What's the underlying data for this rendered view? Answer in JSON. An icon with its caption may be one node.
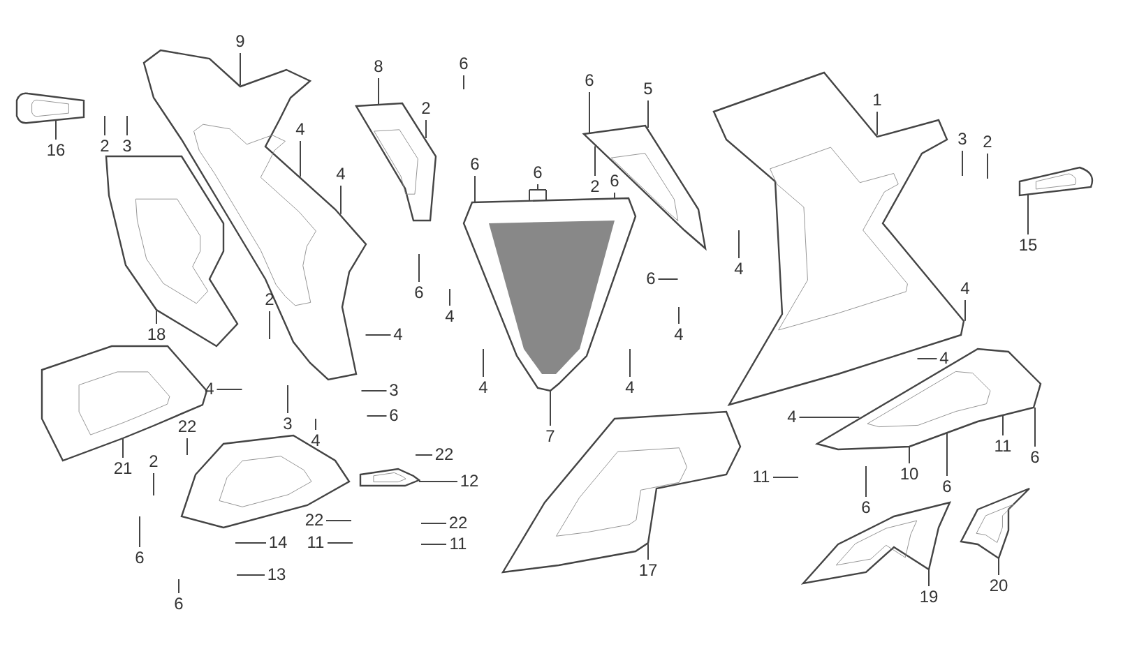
{
  "diagram": {
    "nodes": [
      {
        "text": [
          "9"
        ]
      },
      {
        "text": [
          "8"
        ]
      },
      {
        "text": [
          "6"
        ]
      },
      {
        "text": [
          "6"
        ]
      },
      {
        "text": [
          "5"
        ]
      },
      {
        "text": [
          "1"
        ]
      },
      {
        "text": [
          "2"
        ]
      },
      {
        "text": [
          "3"
        ]
      },
      {
        "text": [
          "16"
        ]
      },
      {
        "text": [
          "2"
        ]
      },
      {
        "text": [
          "4"
        ]
      },
      {
        "text": [
          "3"
        ]
      },
      {
        "text": [
          "2"
        ]
      },
      {
        "text": [
          "4"
        ]
      },
      {
        "text": [
          "6"
        ]
      },
      {
        "text": [
          "6"
        ]
      },
      {
        "text": [
          "2"
        ]
      },
      {
        "text": [
          "6"
        ]
      },
      {
        "text": [
          "15"
        ]
      },
      {
        "text": [
          "4"
        ]
      },
      {
        "text": [
          "6"
        ]
      },
      {
        "text": [
          "6"
        ]
      },
      {
        "text": [
          "4"
        ]
      },
      {
        "text": [
          "4"
        ]
      },
      {
        "text": [
          "18"
        ]
      },
      {
        "text": [
          "2"
        ]
      },
      {
        "text": [
          "4"
        ]
      },
      {
        "text": [
          "4"
        ]
      },
      {
        "text": [
          "4"
        ]
      },
      {
        "text": [
          "4"
        ]
      },
      {
        "text": [
          "4"
        ]
      },
      {
        "text": [
          "3"
        ]
      },
      {
        "text": [
          "4"
        ]
      },
      {
        "text": [
          "3"
        ]
      },
      {
        "text": [
          "4"
        ]
      },
      {
        "text": [
          "6"
        ]
      },
      {
        "text": [
          "4"
        ]
      },
      {
        "text": [
          "7"
        ]
      },
      {
        "text": [
          "11"
        ]
      },
      {
        "text": [
          "6"
        ]
      },
      {
        "text": [
          "21"
        ]
      },
      {
        "text": [
          "22"
        ]
      },
      {
        "text": [
          "2"
        ]
      },
      {
        "text": [
          "22"
        ]
      },
      {
        "text": [
          "12"
        ]
      },
      {
        "text": [
          "10"
        ]
      },
      {
        "text": [
          "6"
        ]
      },
      {
        "text": [
          "11"
        ]
      },
      {
        "text": [
          "6"
        ]
      },
      {
        "text": [
          "22"
        ]
      },
      {
        "text": [
          "22"
        ]
      },
      {
        "text": [
          "11"
        ]
      },
      {
        "text": [
          "11"
        ]
      },
      {
        "text": [
          "14"
        ]
      },
      {
        "text": [
          "6"
        ]
      },
      {
        "text": [
          "13"
        ]
      },
      {
        "text": [
          "6"
        ]
      },
      {
        "text": [
          "17"
        ]
      },
      {
        "text": [
          "20"
        ]
      },
      {
        "text": [
          "19"
        ]
      },
      {
        "text": [],
        "shape": "picture"
      },
      {
        "text": [],
        "shape": "picture"
      },
      {
        "text": [],
        "shape": "picture"
      },
      {
        "text": [],
        "shape": "picture"
      },
      {
        "text": [],
        "shape": "picture"
      },
      {
        "text": [],
        "shape": "picture"
      },
      {
        "text": [],
        "shape": "picture"
      },
      {
        "text": [],
        "shape": "picture"
      },
      {
        "text": [],
        "shape": "picture"
      },
      {
        "text": [],
        "shape": "picture"
      },
      {
        "text": [],
        "shape": "picture"
      },
      {
        "text": [],
        "shape": "picture"
      },
      {
        "text": [],
        "shape": "picture"
      },
      {
        "text": [],
        "shape": "picture"
      },
      {
        "text": [],
        "shape": "picture"
      }
    ],
    "edges": [
      {
        "from": 0,
        "to": 60,
        "arrow": "none"
      },
      {
        "from": 1,
        "to": 61,
        "arrow": "none"
      },
      {
        "from": 2,
        "to": null,
        "arrow": "none"
      },
      {
        "from": 3,
        "to": 62,
        "arrow": "none"
      },
      {
        "from": 4,
        "to": 62,
        "arrow": "none"
      },
      {
        "from": 5,
        "to": 63,
        "arrow": "none"
      },
      {
        "from": 6,
        "to": null,
        "arrow": "none"
      },
      {
        "from": 7,
        "to": null,
        "arrow": "none"
      },
      {
        "from": 8,
        "to": 64,
        "arrow": "none"
      },
      {
        "from": 9,
        "to": 61,
        "arrow": "none"
      },
      {
        "from": 10,
        "to": 60,
        "arrow": "none"
      },
      {
        "from": 11,
        "to": null,
        "arrow": "none"
      },
      {
        "from": 12,
        "to": null,
        "arrow": "none"
      },
      {
        "from": 13,
        "to": 60,
        "arrow": "none"
      },
      {
        "from": 14,
        "to": 67,
        "arrow": "none"
      },
      {
        "from": 15,
        "to": 67,
        "arrow": "none"
      },
      {
        "from": 16,
        "to": 62,
        "arrow": "none"
      },
      {
        "from": 17,
        "to": 67,
        "arrow": "none"
      },
      {
        "from": 18,
        "to": 65,
        "arrow": "none"
      },
      {
        "from": 19,
        "to": null,
        "arrow": "none"
      },
      {
        "from": 20,
        "to": null,
        "arrow": "none"
      },
      {
        "from": 21,
        "to": null,
        "arrow": "none"
      },
      {
        "from": 22,
        "to": null,
        "arrow": "none"
      },
      {
        "from": 23,
        "to": 63,
        "arrow": "none"
      },
      {
        "from": 24,
        "to": 66,
        "arrow": "none"
      },
      {
        "from": 25,
        "to": null,
        "arrow": "none"
      },
      {
        "from": 26,
        "to": null,
        "arrow": "none"
      },
      {
        "from": 27,
        "to": null,
        "arrow": "none"
      },
      {
        "from": 28,
        "to": null,
        "arrow": "none"
      },
      {
        "from": 29,
        "to": null,
        "arrow": "none"
      },
      {
        "from": 30,
        "to": null,
        "arrow": "none"
      },
      {
        "from": 31,
        "to": null,
        "arrow": "none"
      },
      {
        "from": 32,
        "to": null,
        "arrow": "none"
      },
      {
        "from": 33,
        "to": null,
        "arrow": "none"
      },
      {
        "from": 34,
        "to": 70,
        "arrow": "none"
      },
      {
        "from": 35,
        "to": null,
        "arrow": "none"
      },
      {
        "from": 36,
        "to": null,
        "arrow": "none"
      },
      {
        "from": 37,
        "to": 67,
        "arrow": "none"
      },
      {
        "from": 38,
        "to": null,
        "arrow": "none"
      },
      {
        "from": 39,
        "to": null,
        "arrow": "none"
      },
      {
        "from": 40,
        "to": 68,
        "arrow": "none"
      },
      {
        "from": 41,
        "to": null,
        "arrow": "none"
      },
      {
        "from": 42,
        "to": null,
        "arrow": "none"
      },
      {
        "from": 43,
        "to": null,
        "arrow": "none"
      },
      {
        "from": 44,
        "to": 69,
        "arrow": "none"
      },
      {
        "from": 45,
        "to": 70,
        "arrow": "none"
      },
      {
        "from": 46,
        "to": 70,
        "arrow": "none"
      },
      {
        "from": 47,
        "to": 70,
        "arrow": "none"
      },
      {
        "from": 48,
        "to": 70,
        "arrow": "none"
      },
      {
        "from": 49,
        "to": null,
        "arrow": "none"
      },
      {
        "from": 50,
        "to": null,
        "arrow": "none"
      },
      {
        "from": 51,
        "to": null,
        "arrow": "none"
      },
      {
        "from": 52,
        "to": null,
        "arrow": "none"
      },
      {
        "from": 53,
        "to": null,
        "arrow": "none"
      },
      {
        "from": 54,
        "to": null,
        "arrow": "none"
      },
      {
        "from": 55,
        "to": null,
        "arrow": "none"
      },
      {
        "from": 56,
        "to": null,
        "arrow": "none"
      },
      {
        "from": 57,
        "to": 71,
        "arrow": "none"
      },
      {
        "from": 58,
        "to": 72,
        "arrow": "none"
      },
      {
        "from": 59,
        "to": 73,
        "arrow": "none"
      }
    ]
  }
}
